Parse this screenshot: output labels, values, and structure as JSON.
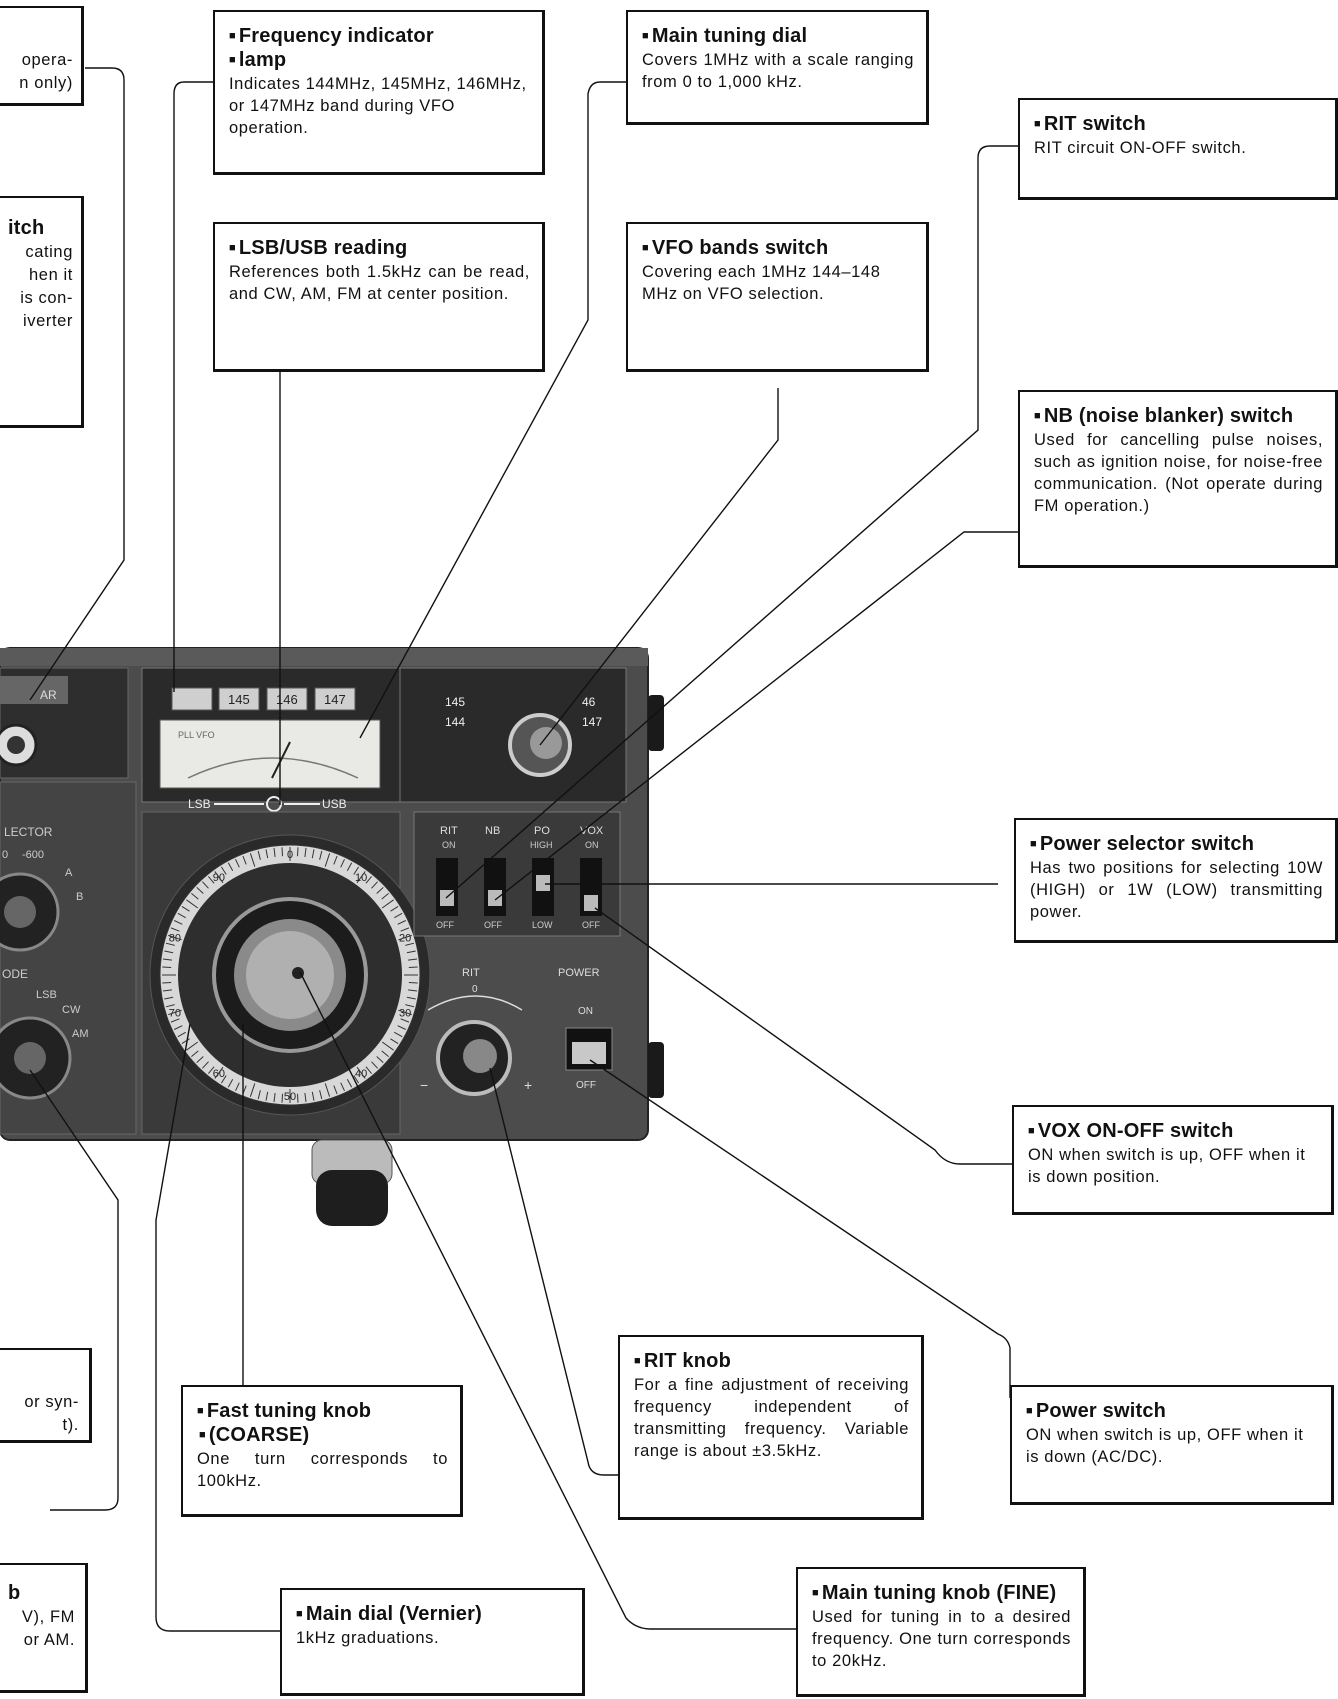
{
  "callouts": {
    "partial_top_left": {
      "line1": "opera-",
      "line2": "n only)"
    },
    "freq_lamp": {
      "title_l1": "Frequency indicator",
      "title_l2": "lamp",
      "desc": "Indicates 144MHz, 145MHz, 146MHz, or 147MHz band during VFO operation."
    },
    "main_dial": {
      "title": "Main tuning dial",
      "desc": "Covers 1MHz with a scale ranging from 0 to 1,000 kHz."
    },
    "rit_switch": {
      "title": "RIT switch",
      "desc": "RIT circuit ON-OFF switch."
    },
    "partial_switch": {
      "title": "itch",
      "line1": "cating",
      "line2": "hen it",
      "line3": "is con-",
      "line4": "iverter"
    },
    "lsb_usb": {
      "title": "LSB/USB reading",
      "desc": "References both 1.5kHz can be read, and CW, AM, FM at center position."
    },
    "vfo_bands": {
      "title": "VFO bands switch",
      "desc": "Covering each 1MHz 144–148 MHz on VFO selection."
    },
    "nb_switch": {
      "title": "NB (noise blanker) switch",
      "desc": "Used for cancelling pulse noises, such as ignition noise, for noise-free communication. (Not operate during FM operation.)"
    },
    "power_selector": {
      "title": "Power selector switch",
      "desc": "Has two positions for selecting 10W (HIGH) or 1W (LOW) transmitting power."
    },
    "vox": {
      "title": "VOX ON-OFF switch",
      "desc": "ON when switch is up, OFF when it is down position."
    },
    "partial_sync": {
      "line1": "or syn-",
      "line2": "t)."
    },
    "fast_tuning": {
      "title_l1": "Fast tuning knob",
      "title_l2": "(COARSE)",
      "desc": "One turn corresponds to 100kHz."
    },
    "rit_knob": {
      "title": "RIT knob",
      "desc": "For a fine adjustment of receiving frequency independent of transmitting frequency. Variable range is about ±3.5kHz."
    },
    "power_switch": {
      "title": "Power switch",
      "desc": "ON when switch is up, OFF when it is down (AC/DC)."
    },
    "partial_mode": {
      "title": "b",
      "line1": "V), FM",
      "line2": "or AM."
    },
    "main_dial_vernier": {
      "title": "Main dial (Vernier)",
      "desc": "1kHz graduations."
    },
    "main_tuning_knob": {
      "title": "Main tuning knob (FINE)",
      "desc": "Used for tuning in to a desired frequency. One turn corresponds to 20kHz."
    }
  },
  "panel": {
    "band_lamps": [
      "145",
      "146",
      "147"
    ],
    "meter_left": "PLL VFO",
    "meter_scale_left": "LSB",
    "meter_scale_right": "USB",
    "vfo_labels": {
      "l1": "145",
      "l2": "144",
      "r1": "46",
      "r2": "147"
    },
    "switch_labels": {
      "rit": "RIT",
      "nb": "NB",
      "po": "PO",
      "vox": "VOX"
    },
    "switch_top": {
      "rit": "ON",
      "vox": "ON",
      "po": "HIGH"
    },
    "switch_bottom": {
      "rit": "OFF",
      "nb": "OFF",
      "po": "LOW",
      "vox": "OFF"
    },
    "rit_label": "RIT",
    "rit_zero": "0",
    "rit_minus": "−",
    "rit_plus": "+",
    "power_label": "POWER",
    "power_on": "ON",
    "power_off": "OFF",
    "left_labels": {
      "selector": "LECTOR",
      "s0": "0",
      "s600": "-600",
      "sa": "A",
      "sb": "B",
      "mode": "ODE",
      "lsb": "LSB",
      "cw": "CW",
      "am": "AM",
      "clear": "AR"
    },
    "dial_numbers": [
      "0",
      "10",
      "20",
      "30",
      "40",
      "50",
      "60",
      "70",
      "80",
      "90"
    ]
  },
  "colors": {
    "panel": "#4a4a4a",
    "panel_dark": "#2b2b2b",
    "ink": "#111111"
  }
}
